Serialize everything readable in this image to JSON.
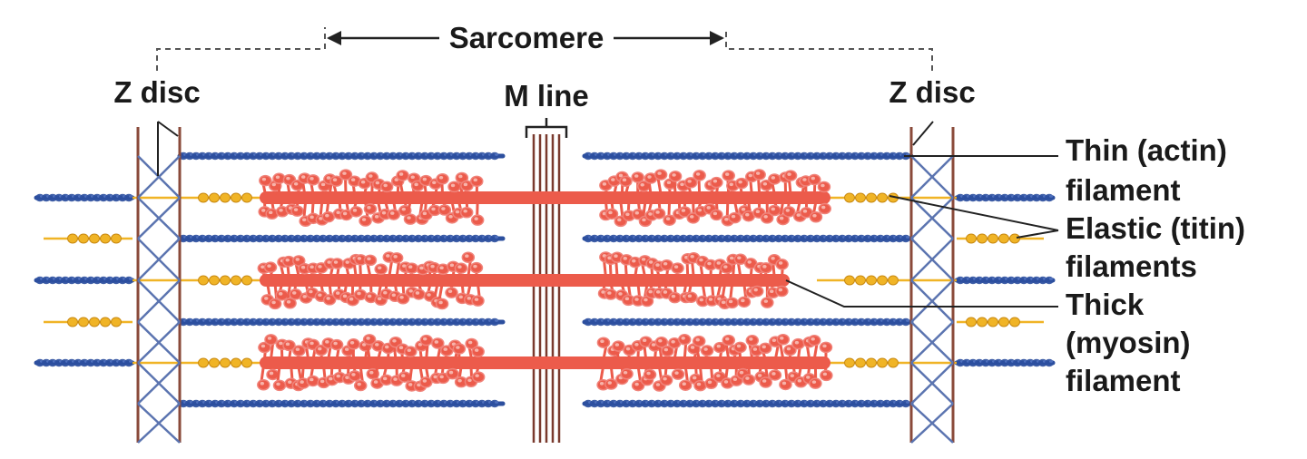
{
  "labels": {
    "sarcomere": "Sarcomere",
    "z_disc_left": "Z disc",
    "z_disc_right": "Z disc",
    "m_line": "M line",
    "thin_filament": [
      "Thin (actin)",
      "filament"
    ],
    "elastic_filaments": [
      "Elastic (titin)",
      "filaments"
    ],
    "thick_filament": [
      "Thick",
      "(myosin)",
      "filament"
    ]
  },
  "colors": {
    "actin": "#2c4f9e",
    "actin_light": "#5677c4",
    "myosin": "#ec5b4b",
    "myosin_head": "#f0837a",
    "titin": "#f0b426",
    "titin_dark": "#c98a12",
    "z_disc": "#8a4a3a",
    "z_disc_x": "#5b74b0",
    "m_line": "#7a3a2e",
    "text": "#1a1a1a",
    "leader": "#222222"
  }
}
